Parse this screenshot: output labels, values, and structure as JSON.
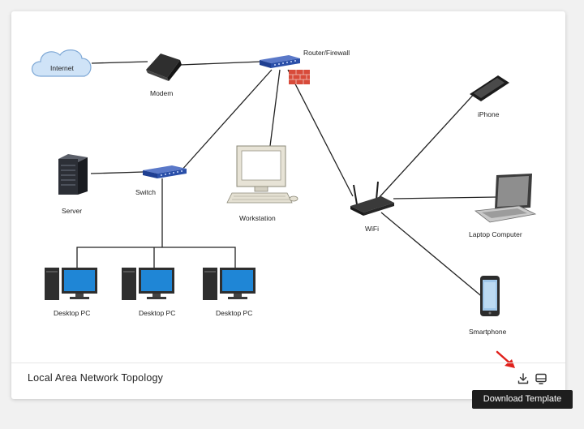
{
  "diagram": {
    "labels": {
      "internet": "Internet",
      "modem": "Modem",
      "router": "Router/Firewall",
      "server": "Server",
      "switch": "Switch",
      "workstation": "Workstation",
      "wifi": "WiFi",
      "iphone": "iPhone",
      "laptop": "Laptop Computer",
      "smartphone": "Smartphone",
      "desktop1": "Desktop PC",
      "desktop2": "Desktop PC",
      "desktop3": "Desktop PC"
    }
  },
  "card": {
    "title": "Local Area Network Topology"
  },
  "toolbar": {
    "download_icon": "download-icon",
    "template_icon": "template-icon",
    "tooltip": "Download Template"
  },
  "colors": {
    "accent_arrow": "#e0201b",
    "device_blue": "#2a4fa8",
    "firewall_red": "#d84b3a"
  }
}
